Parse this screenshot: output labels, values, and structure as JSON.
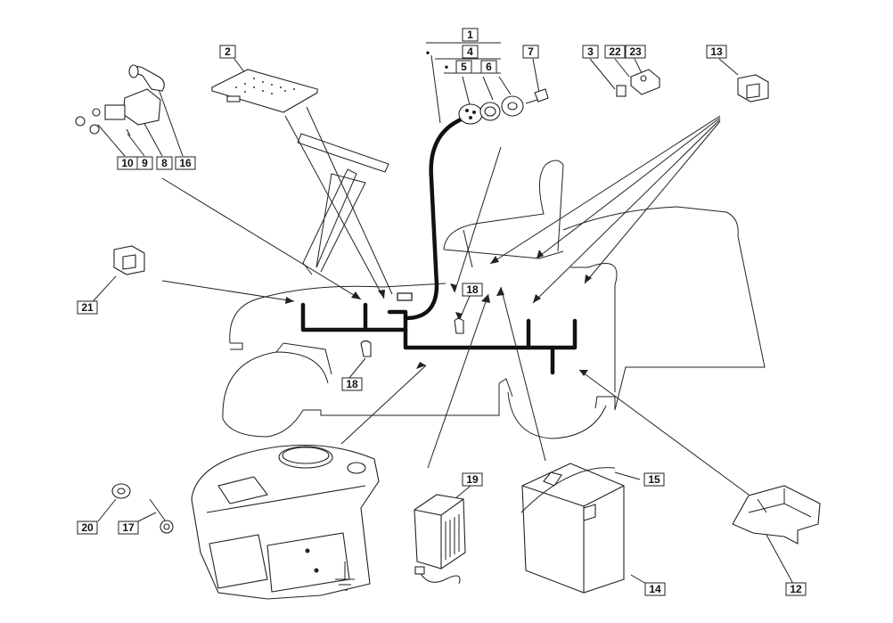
{
  "diagram": {
    "labels": {
      "l1": "1",
      "l2": "2",
      "l3": "3",
      "l4": "4",
      "l5": "5",
      "l6": "6",
      "l7": "7",
      "l8": "8",
      "l9": "9",
      "l10": "10",
      "l12": "12",
      "l13": "13",
      "l14": "14",
      "l15": "15",
      "l16": "16",
      "l17": "17",
      "l18a": "18",
      "l18b": "18",
      "l19": "19",
      "l20": "20",
      "l21": "21",
      "l22": "22",
      "l23": "23"
    },
    "bullets": {
      "b1": "•",
      "b2": "•"
    }
  }
}
